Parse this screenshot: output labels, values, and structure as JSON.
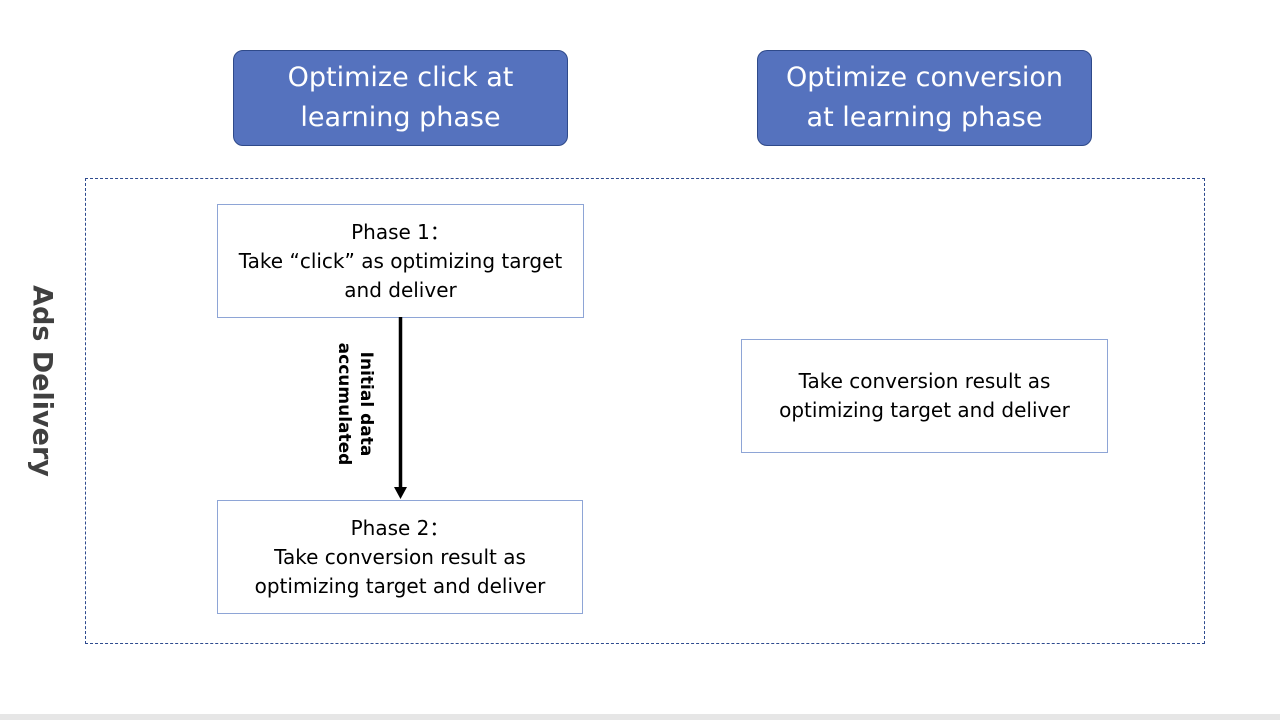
{
  "headers": {
    "left": "Optimize click at\nlearning phase",
    "right": "Optimize conversion\nat learning phase"
  },
  "side_label": "Ads Delivery",
  "phase1": {
    "title": "Phase 1：",
    "line1": "Take “click” as optimizing target",
    "line2": "and deliver"
  },
  "phase2": {
    "title": "Phase 2：",
    "line1": "Take conversion result as",
    "line2": "optimizing target and deliver"
  },
  "right_box": {
    "line1": "Take conversion result as",
    "line2": "optimizing target and deliver"
  },
  "arrow_label": "Initial data\naccumulated",
  "colors": {
    "header_fill": "#5572be",
    "frame_dash": "#2e4a8e",
    "box_border": "#8ea5d6"
  }
}
